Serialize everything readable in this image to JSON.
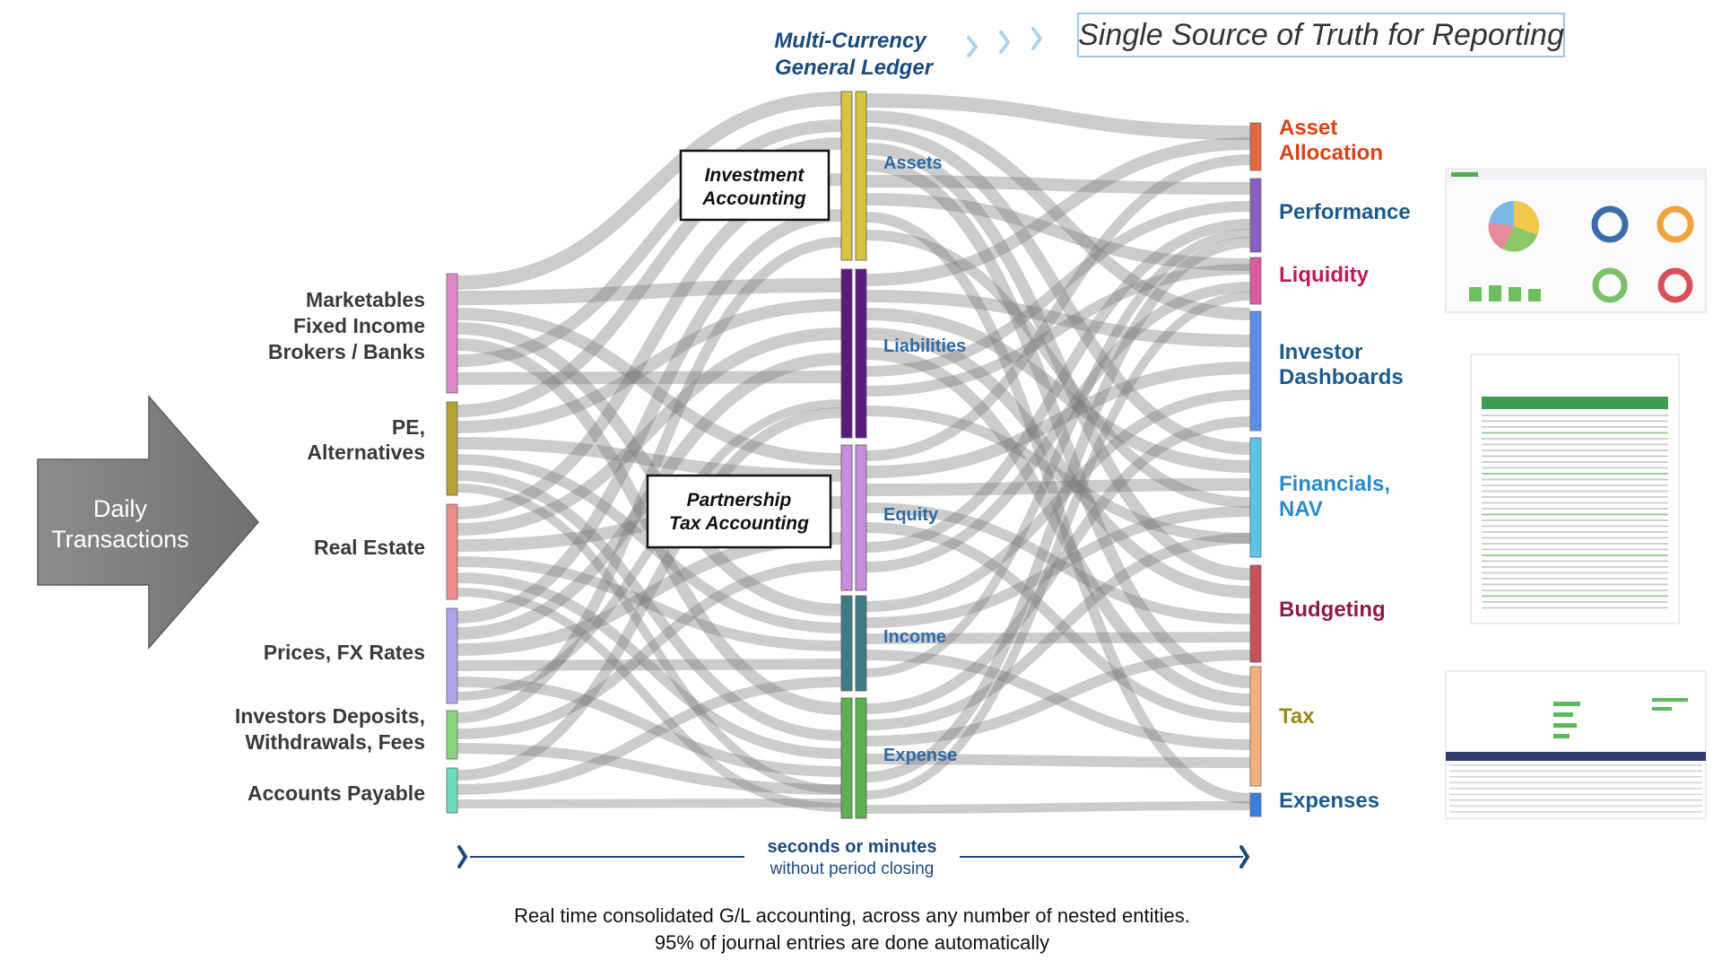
{
  "gl_title": {
    "line1": "Multi-Currency",
    "line2": "General Ledger"
  },
  "ssot_label": "Single Source of Truth for Reporting",
  "daily_transactions": {
    "line1": "Daily",
    "line2": "Transactions"
  },
  "investment_box": {
    "line1": "Investment",
    "line2": "Accounting"
  },
  "partnership_box": {
    "line1": "Partnership",
    "line2": "Tax Accounting"
  },
  "sources": [
    {
      "id": "s1",
      "label": [
        "Marketables",
        "Fixed Income",
        "Brokers / Banks"
      ],
      "color": "#dd88cc"
    },
    {
      "id": "s2",
      "label": [
        "PE,",
        "Alternatives"
      ],
      "color": "#b5a030"
    },
    {
      "id": "s3",
      "label": [
        "Real Estate"
      ],
      "color": "#ee8c8c"
    },
    {
      "id": "s4",
      "label": [
        "Prices, FX Rates"
      ],
      "color": "#b0a4e8"
    },
    {
      "id": "s5",
      "label": [
        "Investors Deposits,",
        "Withdrawals, Fees"
      ],
      "color": "#88d47c"
    },
    {
      "id": "s6",
      "label": [
        "Accounts Payable"
      ],
      "color": "#6cdcc0"
    }
  ],
  "ledger": [
    {
      "id": "assets",
      "label": "Assets",
      "color": "#d8c440"
    },
    {
      "id": "liabilities",
      "label": "Liabilities",
      "color": "#5c1a7c"
    },
    {
      "id": "equity",
      "label": "Equity",
      "color": "#c890dc"
    },
    {
      "id": "income",
      "label": "Income",
      "color": "#3e7c84"
    },
    {
      "id": "expense",
      "label": "Expense",
      "color": "#5cb050"
    }
  ],
  "outputs": [
    {
      "id": "o1",
      "label": [
        "Asset",
        "Allocation"
      ],
      "color": "#e06a3c",
      "text_color": "#d84315"
    },
    {
      "id": "o2",
      "label": [
        "Performance"
      ],
      "color": "#8a5ec4",
      "text_color": "#1c5a8a"
    },
    {
      "id": "o3",
      "label": [
        "Liquidity"
      ],
      "color": "#dc5aa0",
      "text_color": "#c2185b"
    },
    {
      "id": "o4",
      "label": [
        "Investor",
        "Dashboards"
      ],
      "color": "#5c8ee8",
      "text_color": "#1c5a8a"
    },
    {
      "id": "o5",
      "label": [
        "Financials,",
        "NAV"
      ],
      "color": "#5cc4e4",
      "text_color": "#2c8ac8"
    },
    {
      "id": "o6",
      "label": [
        "Budgeting"
      ],
      "color": "#c85058",
      "text_color": "#8e1a4a"
    },
    {
      "id": "o7",
      "label": [
        "Tax"
      ],
      "color": "#f4b07c",
      "text_color": "#9a8a1c"
    },
    {
      "id": "o8",
      "label": [
        "Expenses"
      ],
      "color": "#3c7ce0",
      "text_color": "#1c5a8a"
    }
  ],
  "timeline": {
    "bold": "seconds or minutes",
    "normal": "without period closing"
  },
  "footer": {
    "line1": "Real time consolidated G/L accounting, across any number of nested entities.",
    "line2": "95% of journal entries are done automatically"
  }
}
